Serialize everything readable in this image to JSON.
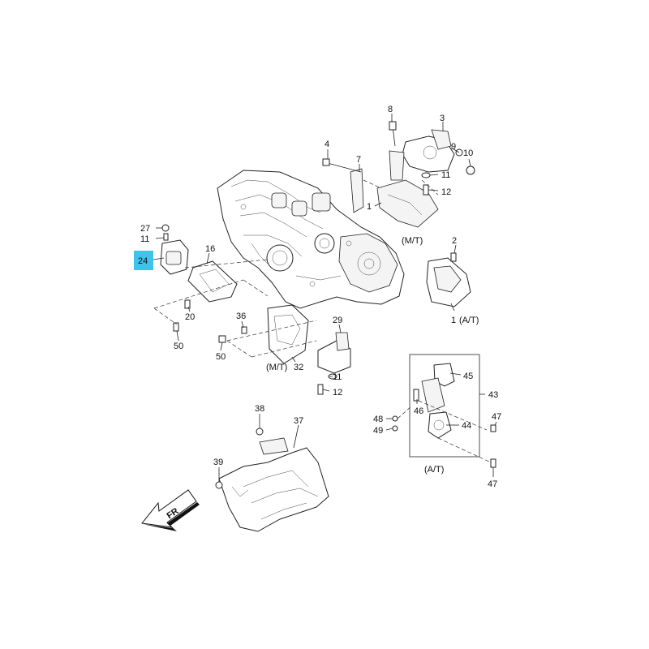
{
  "callouts": {
    "c1_mt": "1",
    "c1_at": "1",
    "c2": "2",
    "c3": "3",
    "c4": "4",
    "c7": "7",
    "c8": "8",
    "c9": "9",
    "c10": "10",
    "c11_top": "11",
    "c11_left": "11",
    "c11_mid": "11",
    "c12_top": "12",
    "c12_mid": "12",
    "c16": "16",
    "c20": "20",
    "c24": "24",
    "c27": "27",
    "c29": "29",
    "c32": "32",
    "c36": "36",
    "c37": "37",
    "c38": "38",
    "c39": "39",
    "c43": "43",
    "c44": "44",
    "c45": "45",
    "c46": "46",
    "c47_a": "47",
    "c47_b": "47",
    "c48": "48",
    "c49": "49",
    "c50_a": "50",
    "c50_b": "50"
  },
  "variants": {
    "mt_top": "(M/T)",
    "mt_bottom": "(M/T)",
    "at_right": "(A/T)",
    "at_box": "(A/T)"
  },
  "arrow": {
    "label": "FR"
  },
  "colors": {
    "highlight": "#3fc3ea",
    "ink": "#222222"
  }
}
